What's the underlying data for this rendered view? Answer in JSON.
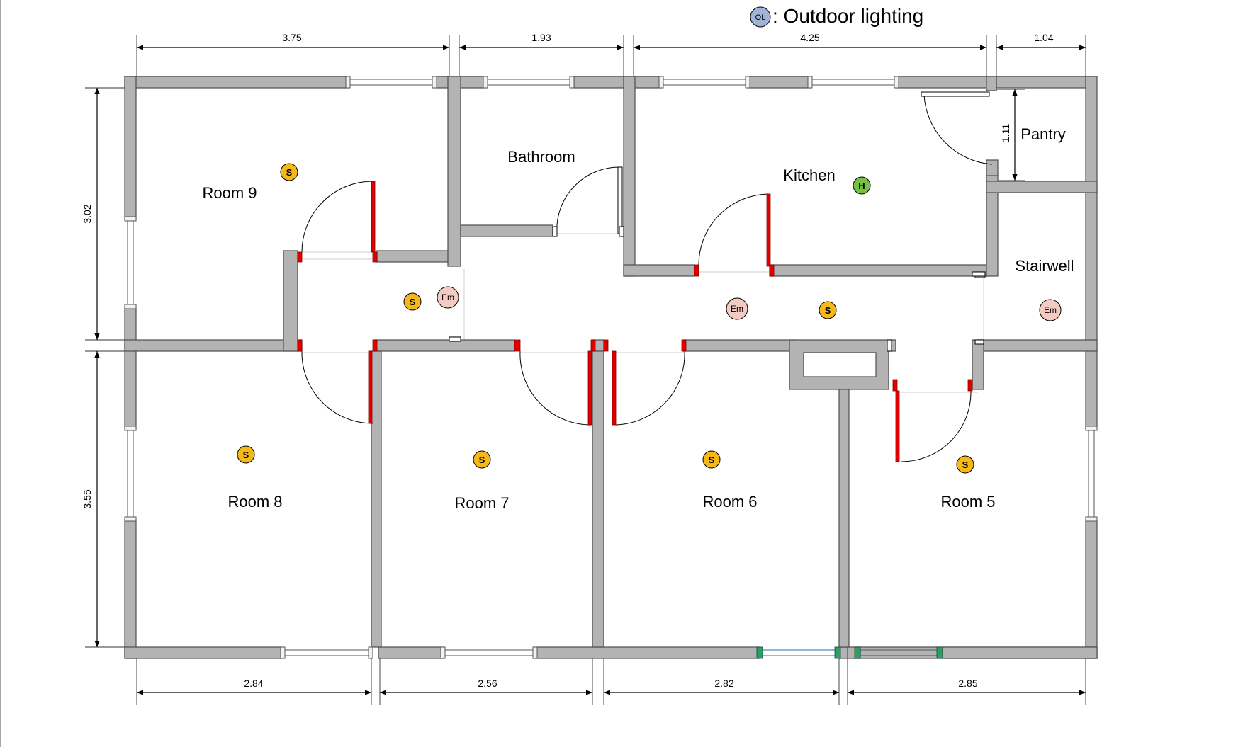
{
  "legend": {
    "symbol": "OL",
    "label": ":  Outdoor lighting",
    "color": "#9fb4d6"
  },
  "dimensions": {
    "top": [
      "3.75",
      "1.93",
      "4.25",
      "1.04"
    ],
    "bottom": [
      "2.84",
      "2.56",
      "2.82",
      "2.85"
    ],
    "left": [
      "3.02",
      "3.55"
    ],
    "pantry": "1.11"
  },
  "rooms": {
    "room9": "Room 9",
    "bathroom": "Bathroom",
    "kitchen": "Kitchen",
    "pantry": "Pantry",
    "stairwell": "Stairwell",
    "room8": "Room 8",
    "room7": "Room 7",
    "room6": "Room 6",
    "room5": "Room 5"
  },
  "symbols": {
    "socket": {
      "text": "S",
      "color": "#f6b818"
    },
    "emergency": {
      "text": "Em",
      "color": "#f3cbc3"
    },
    "heater": {
      "text": "H",
      "color": "#76c043"
    }
  }
}
